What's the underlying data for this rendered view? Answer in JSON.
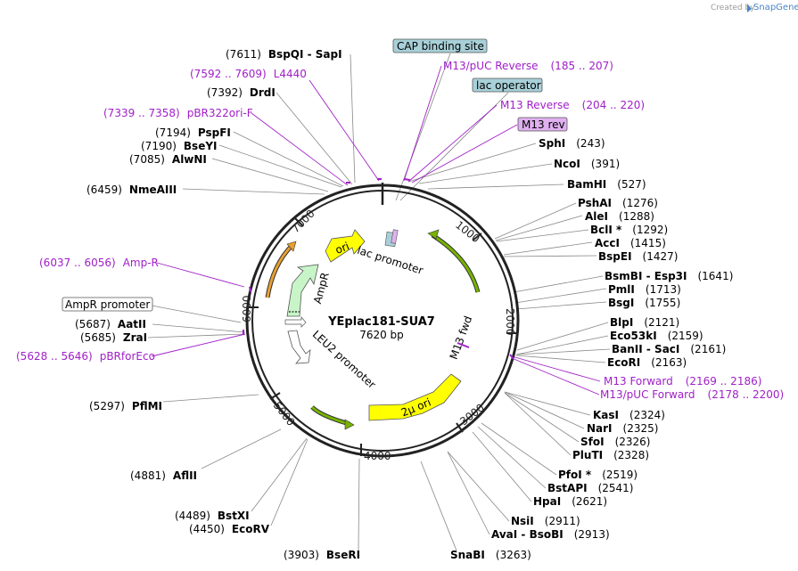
{
  "map": {
    "name": "YEplac181-SUA7",
    "size": "7620 bp",
    "created_by": "Created by",
    "brand": "SnapGene",
    "ring_ticks": [
      "1000",
      "2000",
      "3000",
      "4000",
      "5000",
      "6000",
      "7000"
    ]
  },
  "enzymes": [
    {
      "name": "BspQI  -  SapI",
      "pos": "(7611)"
    },
    {
      "name": "DrdI",
      "pos": "(7392)"
    },
    {
      "name": "PspFI",
      "pos": "(7194)"
    },
    {
      "name": "BseYI",
      "pos": "(7190)"
    },
    {
      "name": "AlwNI",
      "pos": "(7085)"
    },
    {
      "name": "NmeAIII",
      "pos": "(6459)"
    },
    {
      "name": "AatII",
      "pos": "(5687)"
    },
    {
      "name": "ZraI",
      "pos": "(5685)"
    },
    {
      "name": "PflMI",
      "pos": "(5297)"
    },
    {
      "name": "AflII",
      "pos": "(4881)"
    },
    {
      "name": "BstXI",
      "pos": "(4489)"
    },
    {
      "name": "EcoRV",
      "pos": "(4450)"
    },
    {
      "name": "BseRI",
      "pos": "(3903)"
    },
    {
      "name": "SphI",
      "pos": "(243)"
    },
    {
      "name": "NcoI",
      "pos": "(391)"
    },
    {
      "name": "BamHI",
      "pos": "(527)"
    },
    {
      "name": "PshAI",
      "pos": "(1276)"
    },
    {
      "name": "AleI",
      "pos": "(1288)"
    },
    {
      "name": "BclI *",
      "pos": "(1292)"
    },
    {
      "name": "AccI",
      "pos": "(1415)"
    },
    {
      "name": "BspEI",
      "pos": "(1427)"
    },
    {
      "name": "BsmBI  -  Esp3I",
      "pos": "(1641)"
    },
    {
      "name": "PmlI",
      "pos": "(1713)"
    },
    {
      "name": "BsgI",
      "pos": "(1755)"
    },
    {
      "name": "BlpI",
      "pos": "(2121)"
    },
    {
      "name": "Eco53kI",
      "pos": "(2159)"
    },
    {
      "name": "BanII  -  SacI",
      "pos": "(2161)"
    },
    {
      "name": "EcoRI",
      "pos": "(2163)"
    },
    {
      "name": "KasI",
      "pos": "(2324)"
    },
    {
      "name": "NarI",
      "pos": "(2325)"
    },
    {
      "name": "SfoI",
      "pos": "(2326)"
    },
    {
      "name": "PluTI",
      "pos": "(2328)"
    },
    {
      "name": "PfoI *",
      "pos": "(2519)"
    },
    {
      "name": "BstAPI",
      "pos": "(2541)"
    },
    {
      "name": "HpaI",
      "pos": "(2621)"
    },
    {
      "name": "NsiI",
      "pos": "(2911)"
    },
    {
      "name": "AvaI  -  BsoBI",
      "pos": "(2913)"
    },
    {
      "name": "SnaBI",
      "pos": "(3263)"
    }
  ],
  "primers": [
    {
      "name": "L4440",
      "range": "(7592 .. 7609)"
    },
    {
      "name": "pBR322ori-F",
      "range": "(7339 .. 7358)"
    },
    {
      "name": "Amp-R",
      "range": "(6037 .. 6056)"
    },
    {
      "name": "pBRforEco",
      "range": "(5628 .. 5646)"
    },
    {
      "name": "M13/pUC Reverse",
      "range": "(185 .. 207)"
    },
    {
      "name": "M13 Reverse",
      "range": "(204 .. 220)"
    },
    {
      "name": "M13 Forward",
      "range": "(2169 .. 2186)"
    },
    {
      "name": "M13/pUC Forward",
      "range": "(2178 .. 2200)"
    }
  ],
  "boxed_features": [
    {
      "name": "CAP binding site",
      "color": "#a8d0d8"
    },
    {
      "name": "lac operator",
      "color": "#a8d0d8"
    },
    {
      "name": "M13 rev",
      "color": "#e0b0f0"
    },
    {
      "name": "AmpR promoter",
      "color": "#ffffff"
    }
  ],
  "features": {
    "ori": "ori",
    "lac_promoter": "lac promoter",
    "ampr": "AmpR",
    "leu2_promoter": "LEU2 promoter",
    "two_micron_ori": "2μ ori",
    "m13_fwd": "M13 fwd"
  },
  "colors": {
    "enzyme_text": "#000000",
    "primer_text": "#a020c8",
    "ori": "#ffff00",
    "ampr": "#c8f5c8",
    "lac": "#a8d0d8",
    "green_arrow": "#77b300",
    "orange_arrow": "#e8a030"
  }
}
